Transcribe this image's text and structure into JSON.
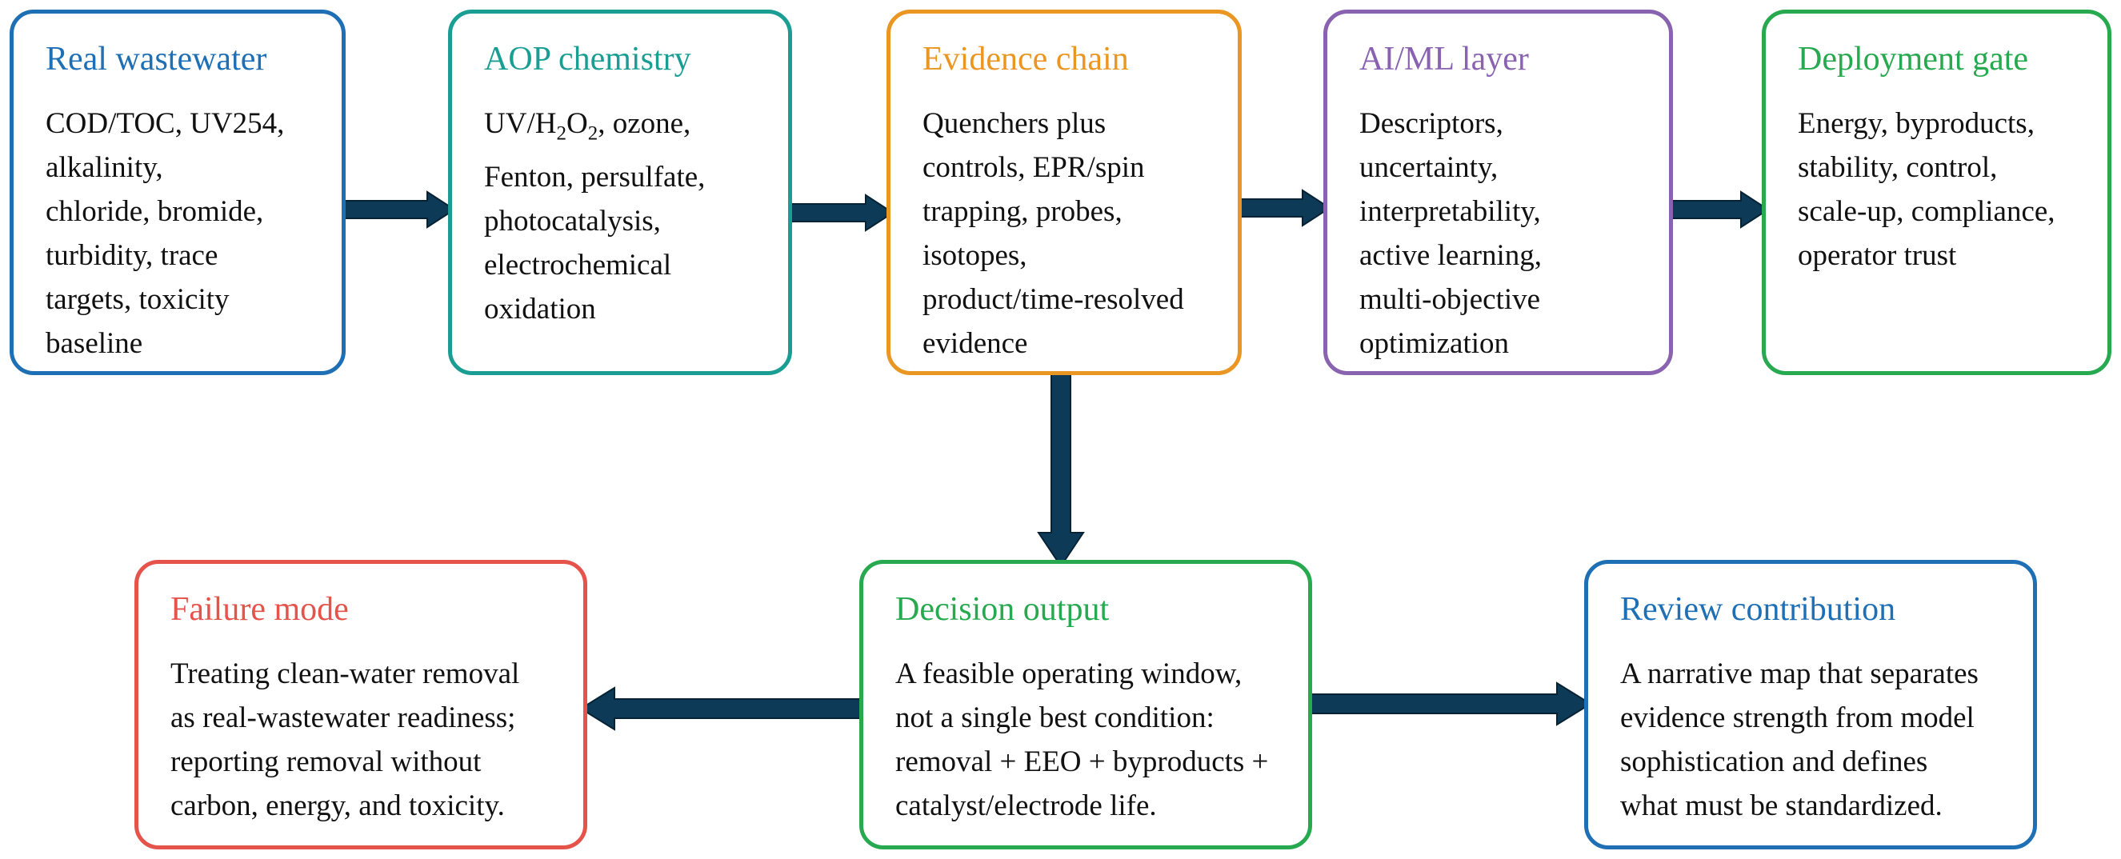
{
  "colors": {
    "blue": "#1f6fb5",
    "teal": "#1a9e93",
    "orange": "#ea9622",
    "purple": "#8a63b0",
    "green": "#26a94f",
    "red": "#e5534b",
    "arrow": "#0d3a57"
  },
  "nodes": {
    "real_wastewater": {
      "title": "Real wastewater",
      "lines": [
        "COD/TOC, UV254,",
        "alkalinity,",
        "chloride, bromide,",
        "turbidity, trace",
        "targets, toxicity",
        "baseline"
      ]
    },
    "aop_chemistry": {
      "title": "AOP chemistry",
      "line1": {
        "a": "UV/H",
        "sub1": "2",
        "b": "O",
        "sub2": "2",
        "c": ", ozone,"
      },
      "lines": [
        "Fenton, persulfate,",
        "photocatalysis,",
        "electrochemical",
        "oxidation"
      ]
    },
    "evidence_chain": {
      "title": "Evidence chain",
      "lines": [
        "Quenchers plus",
        "controls, EPR/spin",
        "trapping, probes,",
        "isotopes,",
        "product/time-resolved",
        "evidence"
      ]
    },
    "ai_ml_layer": {
      "title": "AI/ML layer",
      "lines": [
        "Descriptors,",
        "uncertainty,",
        "interpretability,",
        "active learning,",
        "multi-objective",
        "optimization"
      ]
    },
    "deployment_gate": {
      "title": "Deployment gate",
      "lines": [
        "Energy, byproducts,",
        "stability, control,",
        "scale-up, compliance,",
        "operator trust"
      ]
    },
    "failure_mode": {
      "title": "Failure mode",
      "lines": [
        "Treating clean-water removal",
        "as real-wastewater readiness;",
        "reporting removal without",
        "carbon, energy, and toxicity."
      ]
    },
    "decision_output": {
      "title": "Decision output",
      "lines": [
        "A feasible operating window,",
        "not a single best condition:",
        "removal + EEO + byproducts +",
        "catalyst/electrode life."
      ]
    },
    "review_contribution": {
      "title": "Review contribution",
      "lines": [
        "A narrative map that separates",
        "evidence strength from model",
        "sophistication and defines",
        "what must be standardized."
      ]
    }
  }
}
